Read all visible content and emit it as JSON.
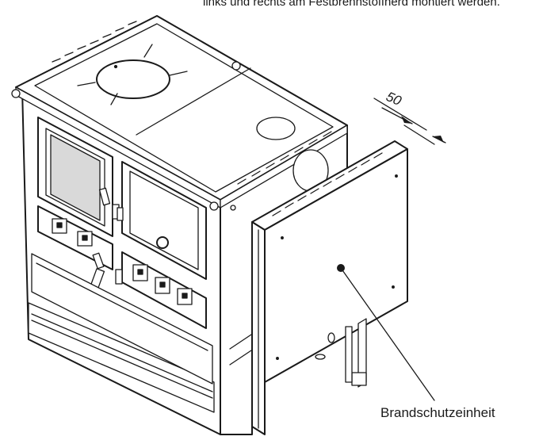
{
  "header": {
    "text": "links und rechts am Festbrennstoffherd montiert werden."
  },
  "dimension": {
    "value": "50"
  },
  "callout": {
    "label": "Brandschutzeinheit"
  }
}
